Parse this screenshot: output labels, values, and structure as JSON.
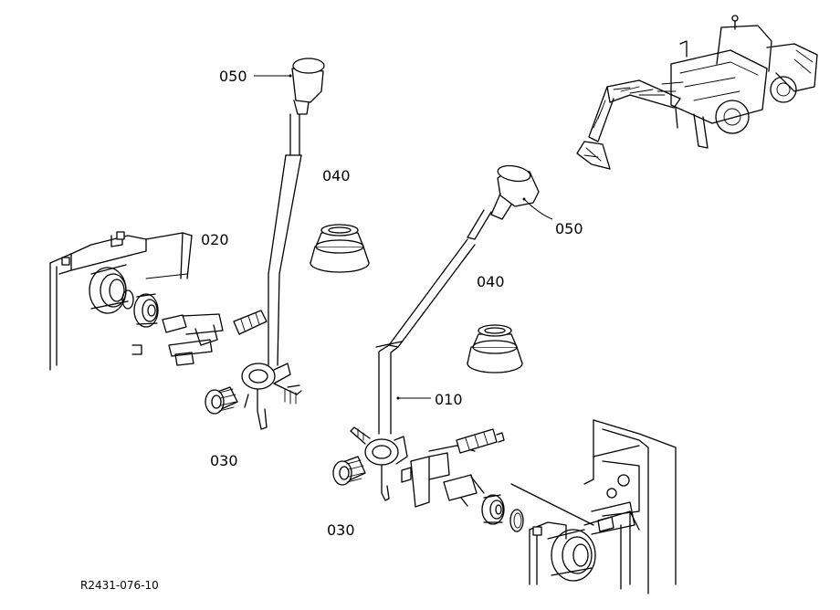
{
  "labels": {
    "p050_left": "050",
    "p040_left": "040",
    "p020": "020",
    "p030_left": "030",
    "p050_right": "050",
    "p040_right": "040",
    "p010": "010",
    "p030_right": "030"
  },
  "drawing_code": "R2431-076-10"
}
